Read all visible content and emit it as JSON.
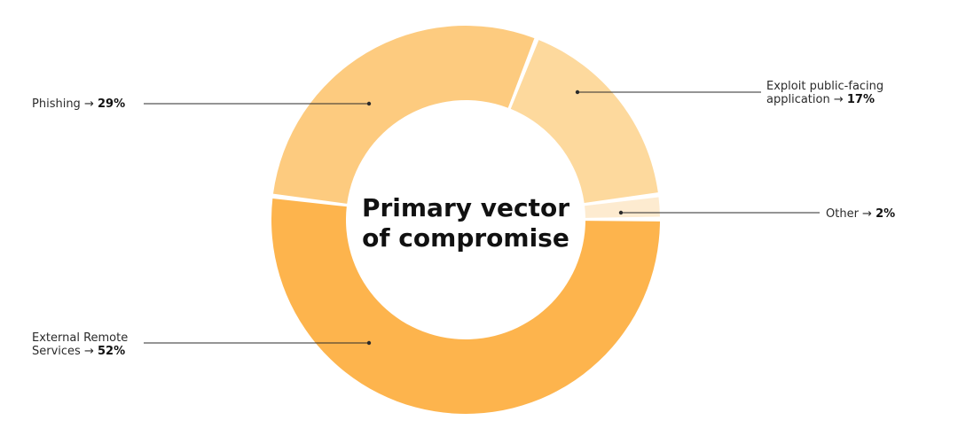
{
  "chart_data": {
    "type": "pie",
    "variant": "donut",
    "title_lines": [
      "Primary vector",
      "of compromise"
    ],
    "slices": [
      {
        "name": "External Remote Services",
        "value": 52,
        "label_lines": [
          "External Remote",
          "Services →"
        ],
        "value_label": "52%",
        "color": "#FDB44D",
        "label_side": "left"
      },
      {
        "name": "Phishing",
        "value": 29,
        "label_lines": [
          "Phishing →"
        ],
        "value_label": "29%",
        "color": "#FDCB7F",
        "label_side": "left"
      },
      {
        "name": "Exploit public-facing application",
        "value": 17,
        "label_lines": [
          "Exploit public-facing",
          "application →"
        ],
        "value_label": "17%",
        "color": "#FDD99D",
        "label_side": "right"
      },
      {
        "name": "Other",
        "value": 2,
        "label_lines": [
          "Other →"
        ],
        "value_label": "2%",
        "color": "#FDEBD0",
        "label_side": "right"
      }
    ]
  }
}
